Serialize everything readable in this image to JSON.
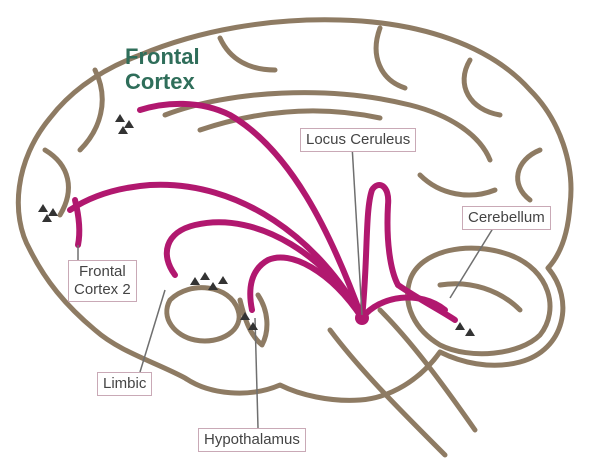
{
  "labels": {
    "frontal_cortex": [
      "Frontal",
      "Cortex"
    ],
    "locus_ceruleus": "Locus Ceruleus",
    "cerebellum": "Cerebellum",
    "frontal_cortex_2": [
      "Frontal",
      "Cortex 2"
    ],
    "limbic": "Limbic",
    "hypothalamus": "Hypothalamus"
  },
  "colors": {
    "pathway": "#b1186f",
    "outline": "#8e7b63",
    "title": "#2f6e5a"
  }
}
